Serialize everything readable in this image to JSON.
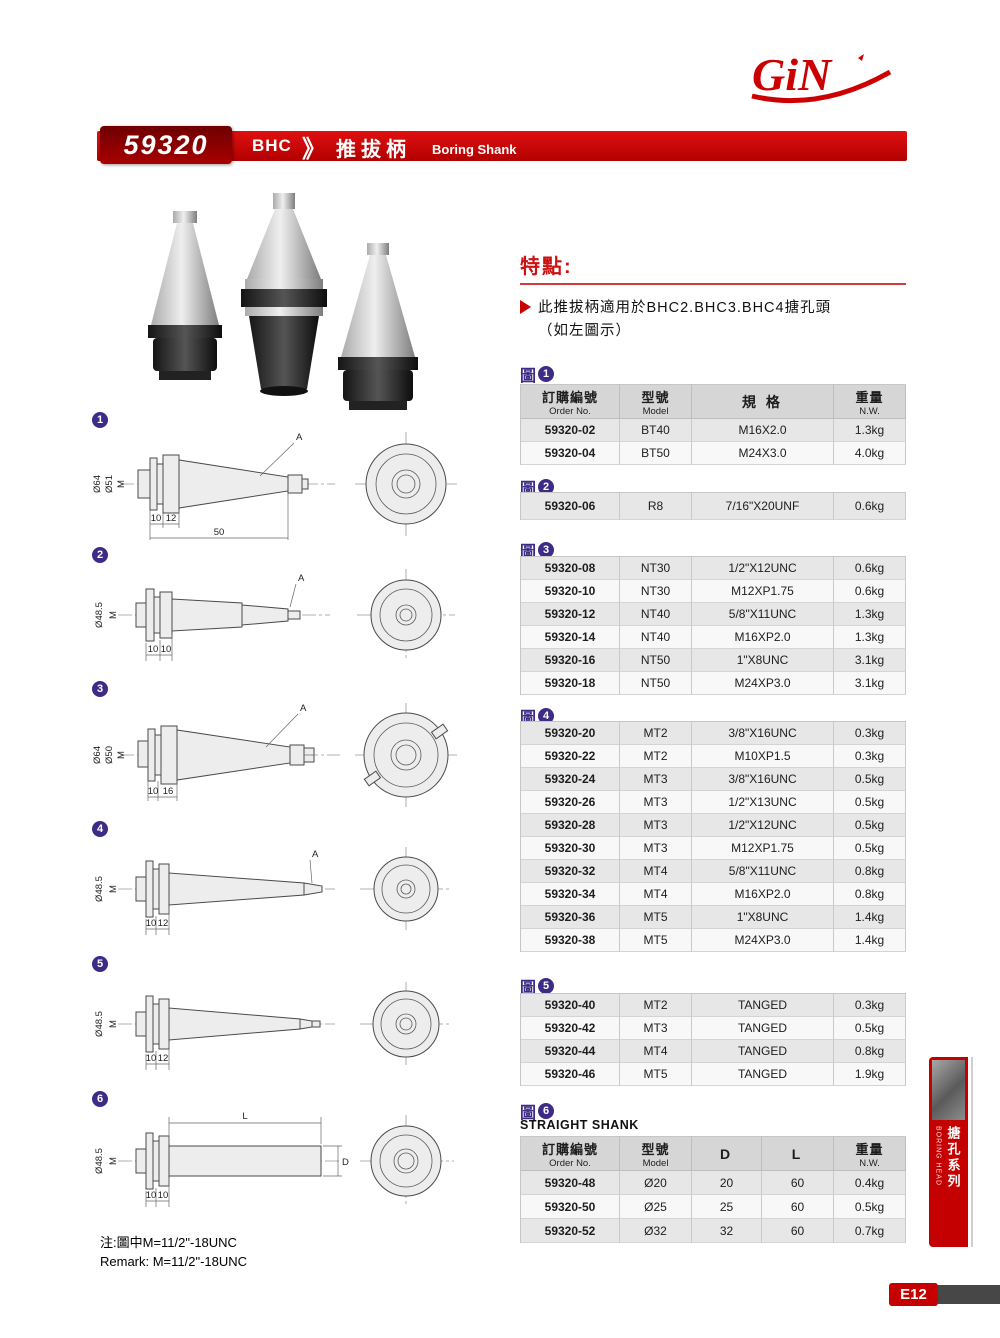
{
  "brand": {
    "logo_text": "GiN"
  },
  "header": {
    "code": "59320",
    "series": "BHC",
    "chevron": "》",
    "title_zh": "推拔柄",
    "title_en": "Boring Shank"
  },
  "features": {
    "heading": "特點:",
    "line1": "此推拔柄適用於BHC2.BHC3.BHC4搪孔頭",
    "line2": "（如左圖示）"
  },
  "fig_word": "圖",
  "table_headers": {
    "order_zh": "訂購編號",
    "order_en": "Order No.",
    "model_zh": "型號",
    "model_en": "Model",
    "spec": "規 格",
    "weight_zh": "重量",
    "weight_en": "N.W.",
    "col_d": "D",
    "col_l": "L"
  },
  "straight_shank": "STRAIGHT SHANK",
  "tables": [
    {
      "fig": "1",
      "rows": [
        [
          "59320-02",
          "BT40",
          "M16X2.0",
          "1.3kg"
        ],
        [
          "59320-04",
          "BT50",
          "M24X3.0",
          "4.0kg"
        ]
      ]
    },
    {
      "fig": "2",
      "rows": [
        [
          "59320-06",
          "R8",
          "7/16\"X20UNF",
          "0.6kg"
        ]
      ]
    },
    {
      "fig": "3",
      "rows": [
        [
          "59320-08",
          "NT30",
          "1/2\"X12UNC",
          "0.6kg"
        ],
        [
          "59320-10",
          "NT30",
          "M12XP1.75",
          "0.6kg"
        ],
        [
          "59320-12",
          "NT40",
          "5/8\"X11UNC",
          "1.3kg"
        ],
        [
          "59320-14",
          "NT40",
          "M16XP2.0",
          "1.3kg"
        ],
        [
          "59320-16",
          "NT50",
          "1\"X8UNC",
          "3.1kg"
        ],
        [
          "59320-18",
          "NT50",
          "M24XP3.0",
          "3.1kg"
        ]
      ]
    },
    {
      "fig": "4",
      "rows": [
        [
          "59320-20",
          "MT2",
          "3/8\"X16UNC",
          "0.3kg"
        ],
        [
          "59320-22",
          "MT2",
          "M10XP1.5",
          "0.3kg"
        ],
        [
          "59320-24",
          "MT3",
          "3/8\"X16UNC",
          "0.5kg"
        ],
        [
          "59320-26",
          "MT3",
          "1/2\"X13UNC",
          "0.5kg"
        ],
        [
          "59320-28",
          "MT3",
          "1/2\"X12UNC",
          "0.5kg"
        ],
        [
          "59320-30",
          "MT3",
          "M12XP1.75",
          "0.5kg"
        ],
        [
          "59320-32",
          "MT4",
          "5/8\"X11UNC",
          "0.8kg"
        ],
        [
          "59320-34",
          "MT4",
          "M16XP2.0",
          "0.8kg"
        ],
        [
          "59320-36",
          "MT5",
          "1\"X8UNC",
          "1.4kg"
        ],
        [
          "59320-38",
          "MT5",
          "M24XP3.0",
          "1.4kg"
        ]
      ]
    },
    {
      "fig": "5",
      "rows": [
        [
          "59320-40",
          "MT2",
          "TANGED",
          "0.3kg"
        ],
        [
          "59320-42",
          "MT3",
          "TANGED",
          "0.5kg"
        ],
        [
          "59320-44",
          "MT4",
          "TANGED",
          "0.8kg"
        ],
        [
          "59320-46",
          "MT5",
          "TANGED",
          "1.9kg"
        ]
      ]
    },
    {
      "fig": "6",
      "rows": [
        [
          "59320-48",
          "Ø20",
          "20",
          "60",
          "0.4kg"
        ],
        [
          "59320-50",
          "Ø25",
          "25",
          "60",
          "0.5kg"
        ],
        [
          "59320-52",
          "Ø32",
          "32",
          "60",
          "0.7kg"
        ]
      ]
    }
  ],
  "drawings": [
    {
      "num": "1",
      "labels": {
        "dia1": "Ø64",
        "dia2": "Ø51",
        "m": "M",
        "a": "A",
        "b1": "10",
        "b2": "12",
        "len": "50"
      }
    },
    {
      "num": "2",
      "labels": {
        "dia1": "Ø48.5",
        "m": "M",
        "a": "A",
        "b1": "10",
        "b2": "10"
      }
    },
    {
      "num": "3",
      "labels": {
        "dia1": "Ø64",
        "dia2": "Ø50",
        "m": "M",
        "a": "A",
        "b1": "10",
        "b2": "16"
      }
    },
    {
      "num": "4",
      "labels": {
        "dia1": "Ø48.5",
        "m": "M",
        "a": "A",
        "b1": "10",
        "b2": "12"
      }
    },
    {
      "num": "5",
      "labels": {
        "dia1": "Ø48.5",
        "m": "M",
        "b1": "10",
        "b2": "12"
      }
    },
    {
      "num": "6",
      "labels": {
        "dia1": "Ø48.5",
        "m": "M",
        "l": "L",
        "d": "D",
        "b1": "10",
        "b2": "10"
      }
    }
  ],
  "note": {
    "zh": "注:圖中M=11/2\"-18UNC",
    "en": "Remark: M=11/2\"-18UNC"
  },
  "side_tab": {
    "en": "BORING HEAD",
    "zh": "搪孔系列"
  },
  "page_badge": "E12"
}
